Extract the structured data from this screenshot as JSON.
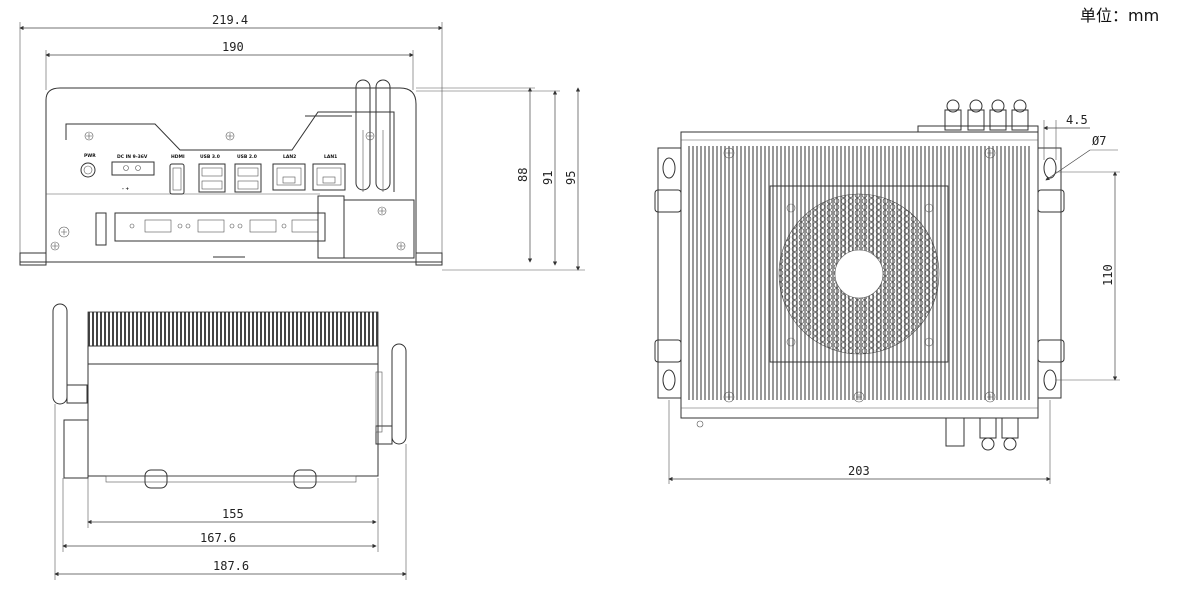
{
  "unit_label": "单位：mm",
  "front_view": {
    "dim_width_total": "219.4",
    "dim_width_body": "190",
    "dim_h1": "88",
    "dim_h2": "91",
    "dim_h3": "95",
    "port_labels": {
      "power": "DC IN 9-36V",
      "power_sign": "-  +",
      "hdmi": "HDMI",
      "usb1": "USB 3.0",
      "usb2": "USB 2.0",
      "lan2": "LAN2",
      "lan1": "LAN1",
      "pwr_btn": "PWR"
    }
  },
  "side_view": {
    "dim_a": "155",
    "dim_b": "167.6",
    "dim_c": "187.6"
  },
  "top_view": {
    "dim_width": "203",
    "dim_height": "110",
    "dim_offset": "4.5",
    "dim_hole": "Ø7"
  }
}
